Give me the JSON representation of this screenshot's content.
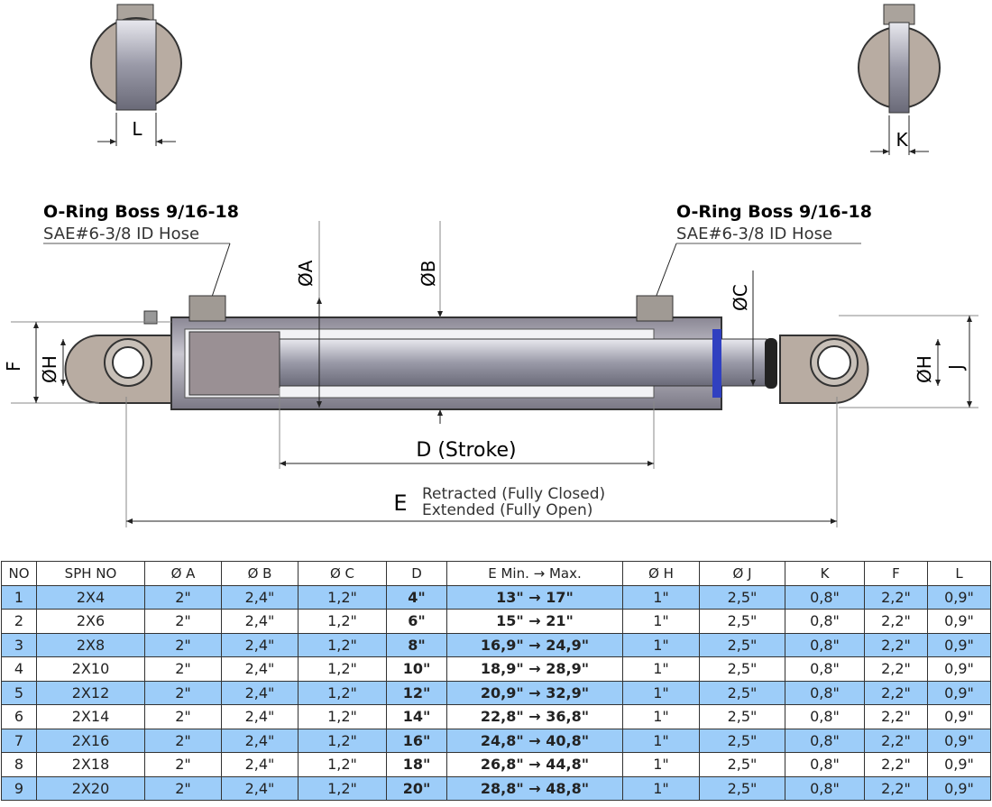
{
  "drawing": {
    "port_left": {
      "title": "O-Ring Boss 9/16-18",
      "sub": "SAE#6-3/8 ID Hose"
    },
    "port_right": {
      "title": "O-Ring Boss 9/16-18",
      "sub": "SAE#6-3/8 ID Hose"
    },
    "dims": {
      "L": "L",
      "K": "K",
      "A": "ØA",
      "B": "ØB",
      "C": "ØC",
      "F": "F",
      "H_left": "ØH",
      "H_right": "ØH",
      "J": "J",
      "D": "D (Stroke)",
      "E": "E",
      "E_retracted": "Retracted (Fully Closed)",
      "E_extended": "Extended  (Fully Open)"
    }
  },
  "table": {
    "headers": [
      "NO",
      "SPH NO",
      "Ø A",
      "Ø B",
      "Ø C",
      "D",
      "E Min. → Max.",
      "Ø H",
      "Ø J",
      "K",
      "F",
      "L"
    ],
    "rows": [
      [
        "1",
        "2X4",
        "2\"",
        "2,4\"",
        "1,2\"",
        "4\"",
        "13\" → 17\"",
        "1\"",
        "2,5\"",
        "0,8\"",
        "2,2\"",
        "0,9\""
      ],
      [
        "2",
        "2X6",
        "2\"",
        "2,4\"",
        "1,2\"",
        "6\"",
        "15\" → 21\"",
        "1\"",
        "2,5\"",
        "0,8\"",
        "2,2\"",
        "0,9\""
      ],
      [
        "3",
        "2X8",
        "2\"",
        "2,4\"",
        "1,2\"",
        "8\"",
        "16,9\" → 24,9\"",
        "1\"",
        "2,5\"",
        "0,8\"",
        "2,2\"",
        "0,9\""
      ],
      [
        "4",
        "2X10",
        "2\"",
        "2,4\"",
        "1,2\"",
        "10\"",
        "18,9\" → 28,9\"",
        "1\"",
        "2,5\"",
        "0,8\"",
        "2,2\"",
        "0,9\""
      ],
      [
        "5",
        "2X12",
        "2\"",
        "2,4\"",
        "1,2\"",
        "12\"",
        "20,9\" → 32,9\"",
        "1\"",
        "2,5\"",
        "0,8\"",
        "2,2\"",
        "0,9\""
      ],
      [
        "6",
        "2X14",
        "2\"",
        "2,4\"",
        "1,2\"",
        "14\"",
        "22,8\" → 36,8\"",
        "1\"",
        "2,5\"",
        "0,8\"",
        "2,2\"",
        "0,9\""
      ],
      [
        "7",
        "2X16",
        "2\"",
        "2,4\"",
        "1,2\"",
        "16\"",
        "24,8\" → 40,8\"",
        "1\"",
        "2,5\"",
        "0,8\"",
        "2,2\"",
        "0,9\""
      ],
      [
        "8",
        "2X18",
        "2\"",
        "2,4\"",
        "1,2\"",
        "18\"",
        "26,8\" → 44,8\"",
        "1\"",
        "2,5\"",
        "0,8\"",
        "2,2\"",
        "0,9\""
      ],
      [
        "9",
        "2X20",
        "2\"",
        "2,4\"",
        "1,2\"",
        "20\"",
        "28,8\" → 48,8\"",
        "1\"",
        "2,5\"",
        "0,8\"",
        "2,2\"",
        "0,9\""
      ]
    ]
  }
}
